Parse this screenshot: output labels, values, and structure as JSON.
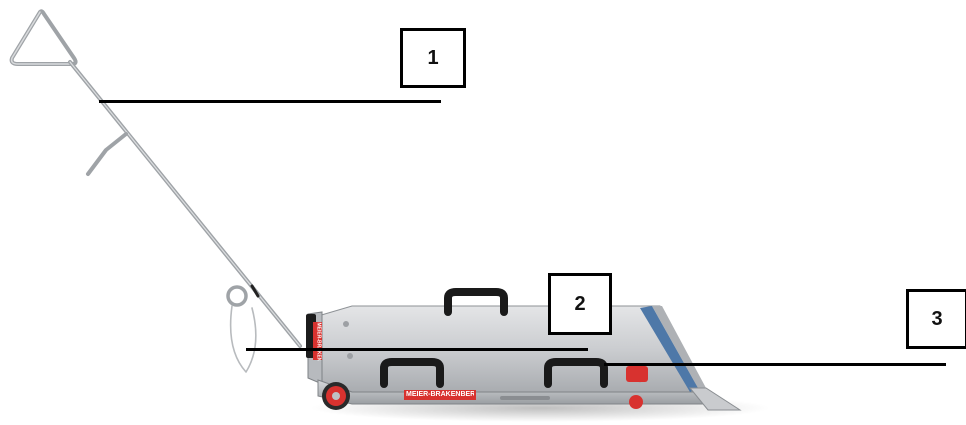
{
  "callouts": [
    {
      "label": "1"
    },
    {
      "label": "2"
    },
    {
      "label": "3"
    }
  ],
  "product": {
    "brand_text": "MEIER-BRAKENBERG",
    "side_text": "MEIER-BRAKENBERG"
  },
  "colors": {
    "metal": "#c8cacd",
    "metal_dark": "#8e9296",
    "handle": "#1a1a1a",
    "brand_red": "#d8322f",
    "edge_blue": "#4e78a8",
    "leader": "#000000"
  }
}
